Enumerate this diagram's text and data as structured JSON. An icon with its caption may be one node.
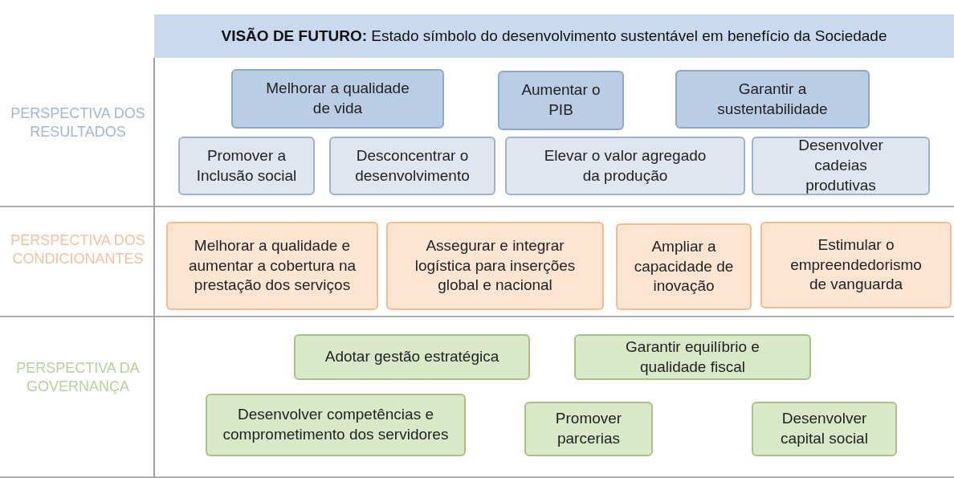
{
  "diagram": {
    "nodes": [
      {
        "text": [
          "**VISÃO DE FUTURO:** Estado símbolo do desenvolvimento sustentável em benefício da Sociedade"
        ]
      },
      {
        "text": [
          "PERSPECTIVA DOS RESULTADOS"
        ]
      },
      {
        "text": [
          "Melhorar a qualidade de vida"
        ],
        "in": 1
      },
      {
        "text": [
          "Aumentar o PIB"
        ],
        "in": 1
      },
      {
        "text": [
          "Garantir a sustentabilidade"
        ],
        "in": 1
      },
      {
        "text": [
          "Promover a Inclusão social"
        ],
        "in": 1
      },
      {
        "text": [
          "Desconcentrar o desenvolvimento"
        ],
        "in": 1
      },
      {
        "text": [
          "Elevar o valor agregado da produção"
        ],
        "in": 1
      },
      {
        "text": [
          "Desenvolver cadeias produtivas"
        ],
        "in": 1
      },
      {
        "text": [
          "PERSPECTIVA DOS CONDICIONANTES"
        ]
      },
      {
        "text": [
          "Melhorar a qualidade e aumentar a cobertura na prestação dos serviços"
        ],
        "in": 9
      },
      {
        "text": [
          "Assegurar e integrar logística para inserções global e nacional"
        ],
        "in": 9
      },
      {
        "text": [
          "Ampliar a capacidade de inovação"
        ],
        "in": 9
      },
      {
        "text": [
          "Estimular o empreendedorismo de vanguarda"
        ],
        "in": 9
      },
      {
        "text": [
          "PERSPECTIVA DA GOVERNANÇA"
        ]
      },
      {
        "text": [
          "Adotar gestão estratégica"
        ],
        "in": 14
      },
      {
        "text": [
          "Garantir equilíbrio e qualidade fiscal"
        ],
        "in": 14
      },
      {
        "text": [
          "Desenvolver competências e comprometimento dos servidores"
        ],
        "in": 14
      },
      {
        "text": [
          "Promover parcerias"
        ],
        "in": 14
      },
      {
        "text": [
          "Desenvolver capital social"
        ],
        "in": 14
      }
    ]
  }
}
